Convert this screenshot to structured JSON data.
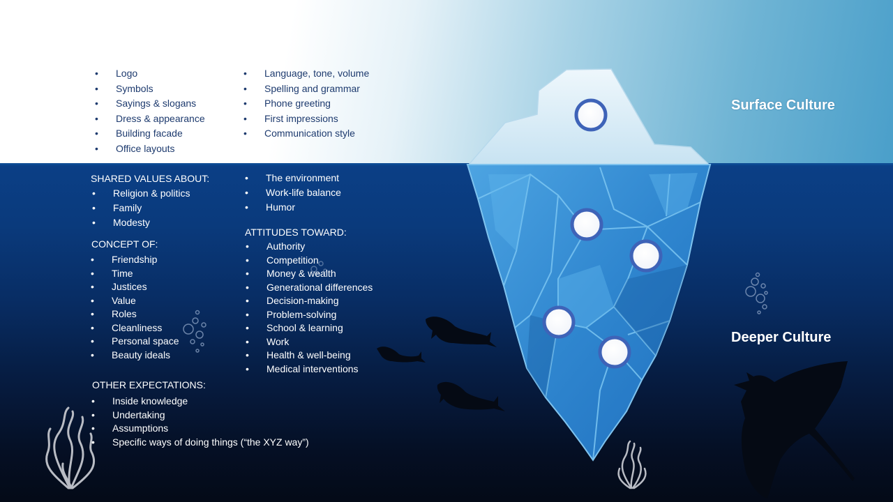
{
  "labels": {
    "surface": "Surface Culture",
    "deeper": "Deeper Culture"
  },
  "surface_col1": [
    "Logo",
    "Symbols",
    "Sayings & slogans",
    "Dress & appearance",
    "Building facade",
    "Office layouts"
  ],
  "surface_col2": [
    "Language, tone, volume",
    "Spelling and grammar",
    "Phone greeting",
    "First impressions",
    "Communication  style"
  ],
  "shared_values": {
    "heading": "SHARED VALUES ABOUT:",
    "items": [
      "Religion & politics",
      "Family",
      "Modesty"
    ]
  },
  "shared_values_more": [
    "The environment",
    "Work-life balance",
    "Humor"
  ],
  "concept_of": {
    "heading": "CONCEPT OF:",
    "items": [
      "Friendship",
      "Time",
      "Justices",
      "Value",
      "Roles",
      "Cleanliness",
      "Personal space",
      "Beauty ideals"
    ]
  },
  "attitudes": {
    "heading": "ATTITUDES TOWARD:",
    "items": [
      "Authority",
      "Competition",
      "Money & wealth",
      "Generational differences",
      "Decision-making",
      "Problem-solving",
      "School  & learning",
      "Work",
      "Health & well-being",
      "Medical interventions"
    ]
  },
  "other": {
    "heading": "OTHER EXPECTATIONS:",
    "items": [
      "Inside knowledge",
      "Undertaking",
      "Assumptions",
      "Specific ways of doing things (“the XYZ way”)"
    ]
  },
  "colors": {
    "sky_start": "#ffffff",
    "sky_end": "#4a9fca",
    "sea_top": "#0b3f86",
    "sea_bottom": "#040a17",
    "iceberg_top": "#dcedf6",
    "iceberg_body": "#3f94d6",
    "dark_text": "#1d3a6e",
    "marker_ring": "#3e63b8"
  }
}
